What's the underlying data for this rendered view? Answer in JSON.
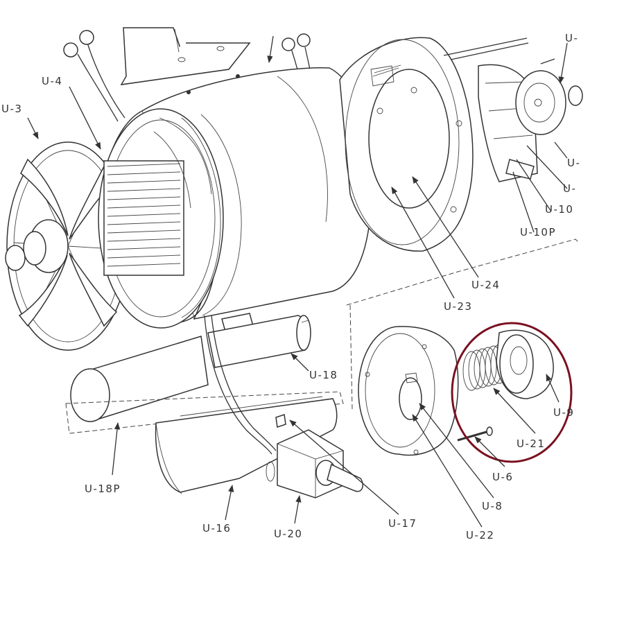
{
  "labels": {
    "u3": "U-3",
    "u4": "U-4",
    "u6": "U-6",
    "u8": "U-8",
    "u9": "U-9",
    "u10": "U-10",
    "u10p": "U-10P",
    "u16": "U-16",
    "u17": "U-17",
    "u18": "U-18",
    "u18p": "U-18P",
    "u20": "U-20",
    "u21": "U-21",
    "u22": "U-22",
    "u23": "U-23",
    "u24": "U-24",
    "top_right_1": "U-",
    "top_right_2": "U-",
    "top_right_3": "U-"
  },
  "colors": {
    "highlight_circle": "#7a1020",
    "line": "#333333"
  }
}
